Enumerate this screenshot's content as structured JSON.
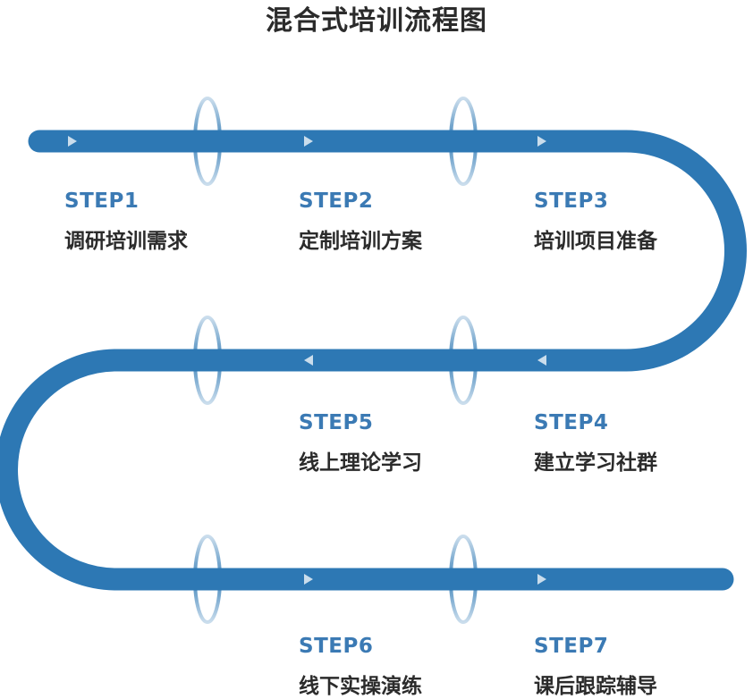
{
  "title": "混合式培训流程图",
  "colors": {
    "accent": "#2d78b4",
    "label": "#3b7ab4",
    "text": "#2b2b2b"
  },
  "steps": [
    {
      "label": "STEP1",
      "name": "调研培训需求"
    },
    {
      "label": "STEP2",
      "name": "定制培训方案"
    },
    {
      "label": "STEP3",
      "name": "培训项目准备"
    },
    {
      "label": "STEP4",
      "name": "建立学习社群"
    },
    {
      "label": "STEP5",
      "name": "线上理论学习"
    },
    {
      "label": "STEP6",
      "name": "线下实操演练"
    },
    {
      "label": "STEP7",
      "name": "课后跟踪辅导"
    }
  ]
}
